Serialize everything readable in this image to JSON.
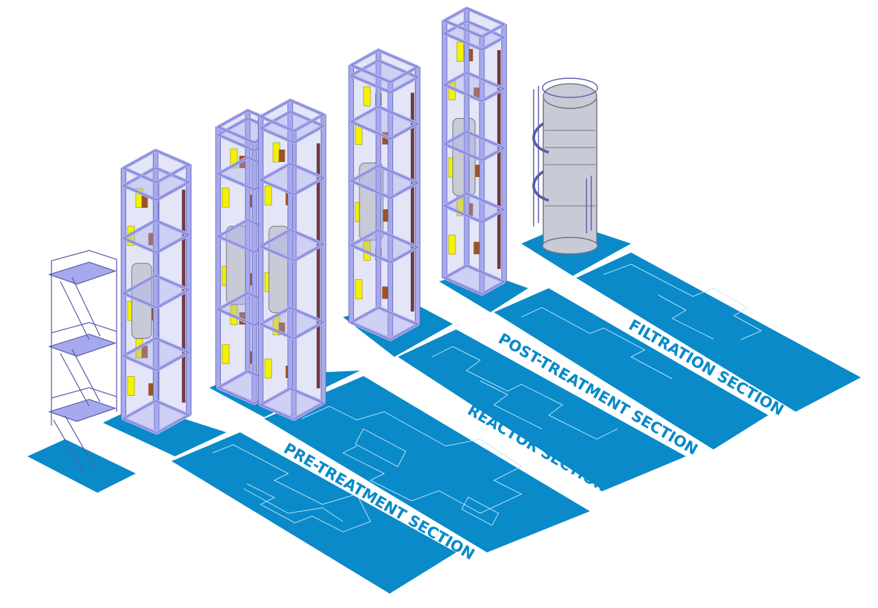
{
  "sections": [
    {
      "id": "pre-treatment",
      "label": "PRE-TREATMENT SECTION"
    },
    {
      "id": "reactor",
      "label": "REACTOR SECTION"
    },
    {
      "id": "post-treatment",
      "label": "POST-TREATMENT SECTION"
    },
    {
      "id": "filtration",
      "label": "FILTRATION SECTION"
    }
  ],
  "colors": {
    "floor_blue": "#0a8ac9",
    "floor_line": "#bfe6f8",
    "label_blue": "#0a8ac9",
    "steel_frame": "#a7a9ee",
    "steel_edge": "#5a5ca8",
    "pipe_yellow": "#f3f200",
    "equipment_brown": "#9a5426",
    "pipe_maroon": "#6e3a45",
    "vessel_grey": "#c8cbd6",
    "vessel_edge": "#6f7382"
  }
}
